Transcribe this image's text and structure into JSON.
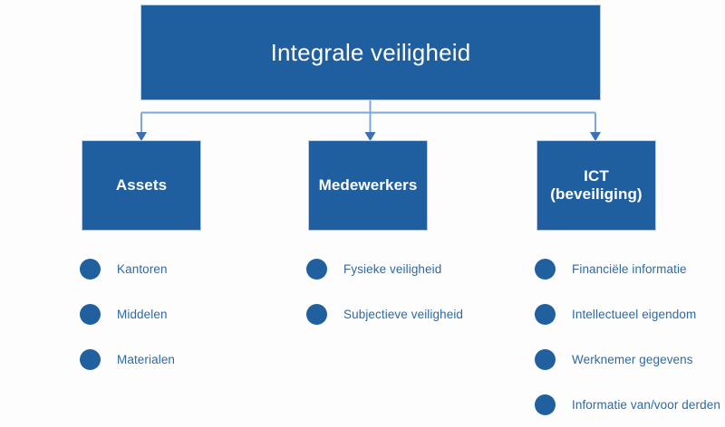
{
  "diagram": {
    "type": "hierarchy-tree",
    "background_color": "#fdfdfd",
    "box_fill_color": "#1F5FA0",
    "box_text_color": "#ffffff",
    "bullet_dot_color": "#21609F",
    "bullet_text_color": "#2C6AA8",
    "connector_color": "#7FA6D4",
    "root": {
      "label": "Integrale veiligheid"
    },
    "branches": [
      {
        "id": "assets",
        "title_line1": "Assets",
        "title_line2": "",
        "items": [
          {
            "label": "Kantoren"
          },
          {
            "label": "Middelen"
          },
          {
            "label": "Materialen"
          }
        ]
      },
      {
        "id": "medewerkers",
        "title_line1": "Medewerkers",
        "title_line2": "",
        "items": [
          {
            "label": "Fysieke veiligheid"
          },
          {
            "label": "Subjectieve veiligheid"
          }
        ]
      },
      {
        "id": "ict",
        "title_line1": "ICT",
        "title_line2": "(beveiliging)",
        "items": [
          {
            "label": "Financiële informatie"
          },
          {
            "label": "Intellectueel eigendom"
          },
          {
            "label": "Werknemer gegevens"
          },
          {
            "label": "Informatie van/voor derden"
          }
        ]
      }
    ]
  }
}
